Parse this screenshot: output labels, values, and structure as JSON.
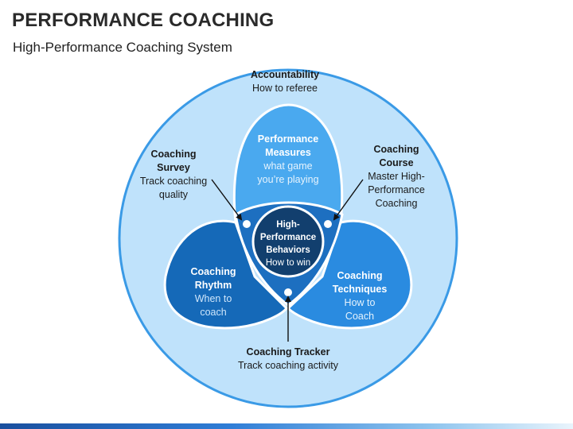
{
  "header": {
    "title": "PERFORMANCE COACHING",
    "subtitle": "High-Performance Coaching System"
  },
  "colors": {
    "outer_circle": "#bfe2fb",
    "outer_stroke": "#3a9ae6",
    "top_petal": "#4aa9ef",
    "left_petal": "#1569b8",
    "right_petal": "#2a8be0",
    "center": "#123f6e",
    "dark_text": "#1a1a1a",
    "light_text": "#ffffff",
    "sub_text": "#cfe6fb"
  },
  "diagram": {
    "accountability": {
      "title": "Accountability",
      "desc": "How to referee"
    },
    "coaching_survey": {
      "title_l1": "Coaching",
      "title_l2": "Survey",
      "desc_l1": "Track coaching",
      "desc_l2": "quality"
    },
    "coaching_course": {
      "title_l1": "Coaching",
      "title_l2": "Course",
      "desc_l1": "Master High-",
      "desc_l2": "Performance",
      "desc_l3": "Coaching"
    },
    "coaching_tracker": {
      "title": "Coaching Tracker",
      "desc": "Track coaching activity"
    },
    "performance_measures": {
      "title_l1": "Performance",
      "title_l2": "Measures",
      "desc_l1": "what game",
      "desc_l2": "you’re playing"
    },
    "coaching_rhythm": {
      "title_l1": "Coaching",
      "title_l2": "Rhythm",
      "desc_l1": "When to",
      "desc_l2": "coach"
    },
    "coaching_techniques": {
      "title_l1": "Coaching",
      "title_l2": "Techniques",
      "desc_l1": "How to",
      "desc_l2": "Coach"
    },
    "center": {
      "title_l1": "High-",
      "title_l2": "Performance",
      "title_l3": "Behaviors",
      "desc": "How to win"
    }
  }
}
